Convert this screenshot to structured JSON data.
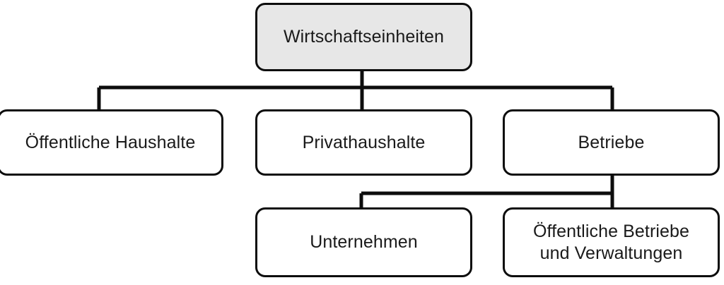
{
  "diagram": {
    "title": "Wirtschaftseinheiten",
    "type": "hierarchy-tree",
    "colors": {
      "root_fill": "#e7e7e7",
      "node_fill": "#ffffff",
      "stroke": "#0d0d0d",
      "text": "#1a1a1a",
      "background": "#ffffff"
    },
    "nodes": {
      "root": {
        "label": "Wirtschaftseinheiten",
        "level": 1
      },
      "oeffentliche_haushalte": {
        "label": "Öffentliche Haushalte",
        "level": 2
      },
      "privathaushalte": {
        "label": "Privathaushalte",
        "level": 2
      },
      "betriebe": {
        "label": "Betriebe",
        "level": 2
      },
      "unternehmen": {
        "label": "Unternehmen",
        "level": 3
      },
      "oeffentliche_betriebe": {
        "label": "Öffentliche Betriebe\nund Verwaltungen",
        "level": 3
      }
    },
    "edges": [
      {
        "from": "root",
        "to": "oeffentliche_haushalte"
      },
      {
        "from": "root",
        "to": "privathaushalte"
      },
      {
        "from": "root",
        "to": "betriebe"
      },
      {
        "from": "betriebe",
        "to": "unternehmen"
      },
      {
        "from": "betriebe",
        "to": "oeffentliche_betriebe"
      }
    ]
  }
}
